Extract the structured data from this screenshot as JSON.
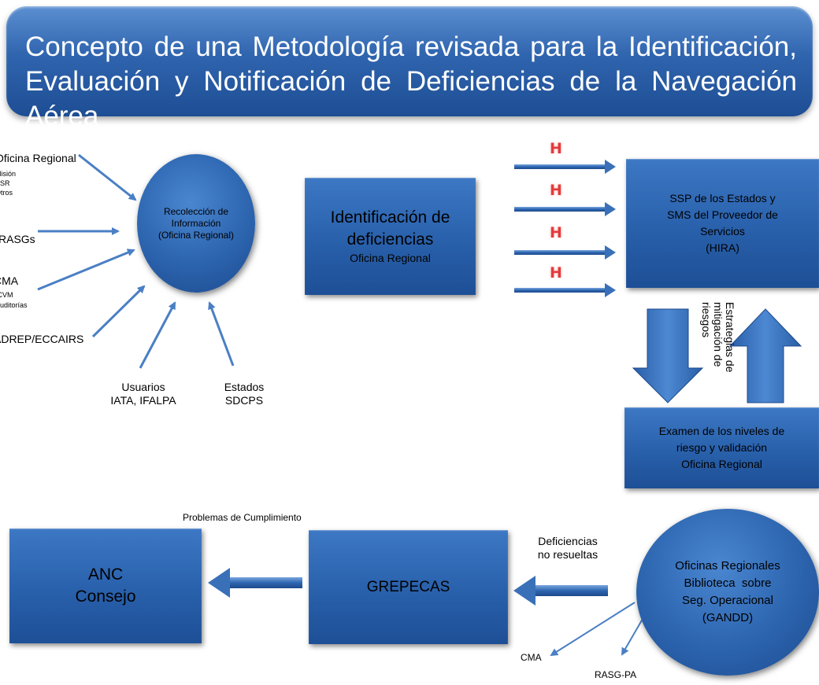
{
  "title": {
    "line1": "Concepto de una Metodología revisada para la Identificación,",
    "line2": "Evaluación y Notificación de Deficiencias de la Navegación Aérea"
  },
  "sources": {
    "oficina_regional": "Oficina Regional",
    "oficina_sub1": "Misión",
    "oficina_sub2": "ESR",
    "oficina_sub3": "Otros",
    "rasgs": "RASGs",
    "cma": "CMA",
    "cma_sub1": "ICVM",
    "cma_sub2": "Auditorías",
    "adrep": "ADREP/ECCAIRS",
    "usuarios_line1": "Usuarios",
    "usuarios_line2": "IATA, IFALPA",
    "estados_line1": "Estados",
    "estados_line2": "SDCPS"
  },
  "recoleccion": {
    "line1": "Recolección de",
    "line2": "Información",
    "line3": "(Oficina Regional)"
  },
  "identificacion": {
    "line1": "Identificación de",
    "line2": "deficiencias",
    "line3": "Oficina Regional"
  },
  "hazard_icon": "H",
  "ssp": {
    "line1": "SSP de los Estados y",
    "line2": "SMS del Proveedor de",
    "line3": "Servicios",
    "line4": "(HIRA)"
  },
  "estrategias": {
    "line1": "Estrategias de",
    "line2": "mitigación de",
    "line3": "riesgos"
  },
  "examen": {
    "line1": "Examen de los niveles de",
    "line2": "riesgo y validación",
    "line3": "Oficina Regional"
  },
  "oficinas": {
    "line1": "Oficinas Regionales",
    "line2": "Biblioteca  sobre",
    "line3": "Seg. Operacional",
    "line4": "(GANDD)"
  },
  "deficiencias": {
    "line1": "Deficiencias",
    "line2": "no resueltas"
  },
  "grepecas": "GREPECAS",
  "problemas": "Problemas de Cumplimiento",
  "anc": {
    "line1": "ANC",
    "line2": "Consejo"
  },
  "outputs": {
    "cma": "CMA",
    "rasg_pa": "RASG-PA"
  }
}
